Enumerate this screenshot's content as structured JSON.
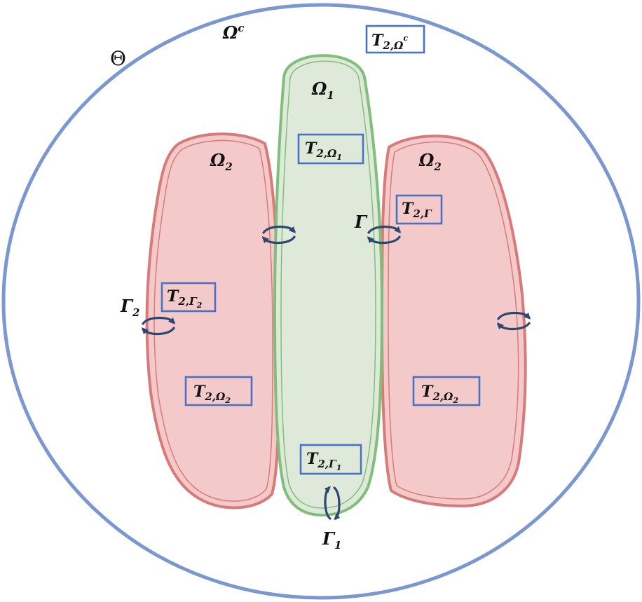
{
  "colors": {
    "outer_circle": "#7a97cf",
    "omega1_fill": "#dfe9d9",
    "omega1_stroke": "#7fbf7a",
    "omega2_fill": "#f4c9c9",
    "omega2_stroke": "#d87a7a",
    "label_box": "#4a72c4",
    "arrows": "#2d4870"
  },
  "labels": {
    "theta": "Θ",
    "omega_c": {
      "base": "Ω",
      "sup": "c"
    },
    "omega1": {
      "base": "Ω",
      "sub": "1"
    },
    "omega2_left": {
      "base": "Ω",
      "sub": "2"
    },
    "omega2_right": {
      "base": "Ω",
      "sub": "2"
    },
    "gamma": {
      "base": "Γ"
    },
    "gamma1": {
      "base": "Γ",
      "sub": "1"
    },
    "gamma2": {
      "base": "Γ",
      "sub": "2"
    }
  },
  "boxes": {
    "t_omega_c": {
      "base": "T",
      "sub": "2,Ω",
      "subsup": "c"
    },
    "t_omega1": {
      "base": "T",
      "sub": "2,Ω",
      "subsub": "1"
    },
    "t_gamma": {
      "base": "T",
      "sub": "2,Γ"
    },
    "t_gamma2": {
      "base": "T",
      "sub": "2,Γ",
      "subsub": "2"
    },
    "t_omega2_left": {
      "base": "T",
      "sub": "2,Ω",
      "subsub": "2"
    },
    "t_omega2_right": {
      "base": "T",
      "sub": "2,Ω",
      "subsub": "2"
    },
    "t_gamma1": {
      "base": "T",
      "sub": "2,Γ",
      "subsub": "1"
    }
  },
  "icons": [
    "exchange-arrow-icon"
  ]
}
